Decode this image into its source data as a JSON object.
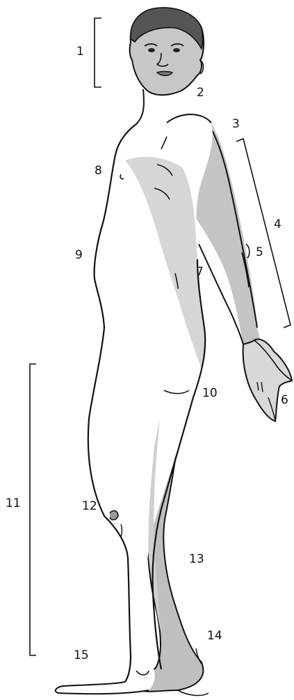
{
  "labels": {
    "l1": "1",
    "l2": "2",
    "l3": "3",
    "l4": "4",
    "l5": "5",
    "l6": "6",
    "l7": "7",
    "l8": "8",
    "l9": "9",
    "l10": "10",
    "l11": "11",
    "l12": "12",
    "l13": "13",
    "l14": "14",
    "l15": "15"
  },
  "colors": {
    "ink": "#111111",
    "skin": "#ffffff",
    "shade_light": "#dcdcdc",
    "shade_dark": "#a9a9a9",
    "hair": "#4a4a4a"
  }
}
